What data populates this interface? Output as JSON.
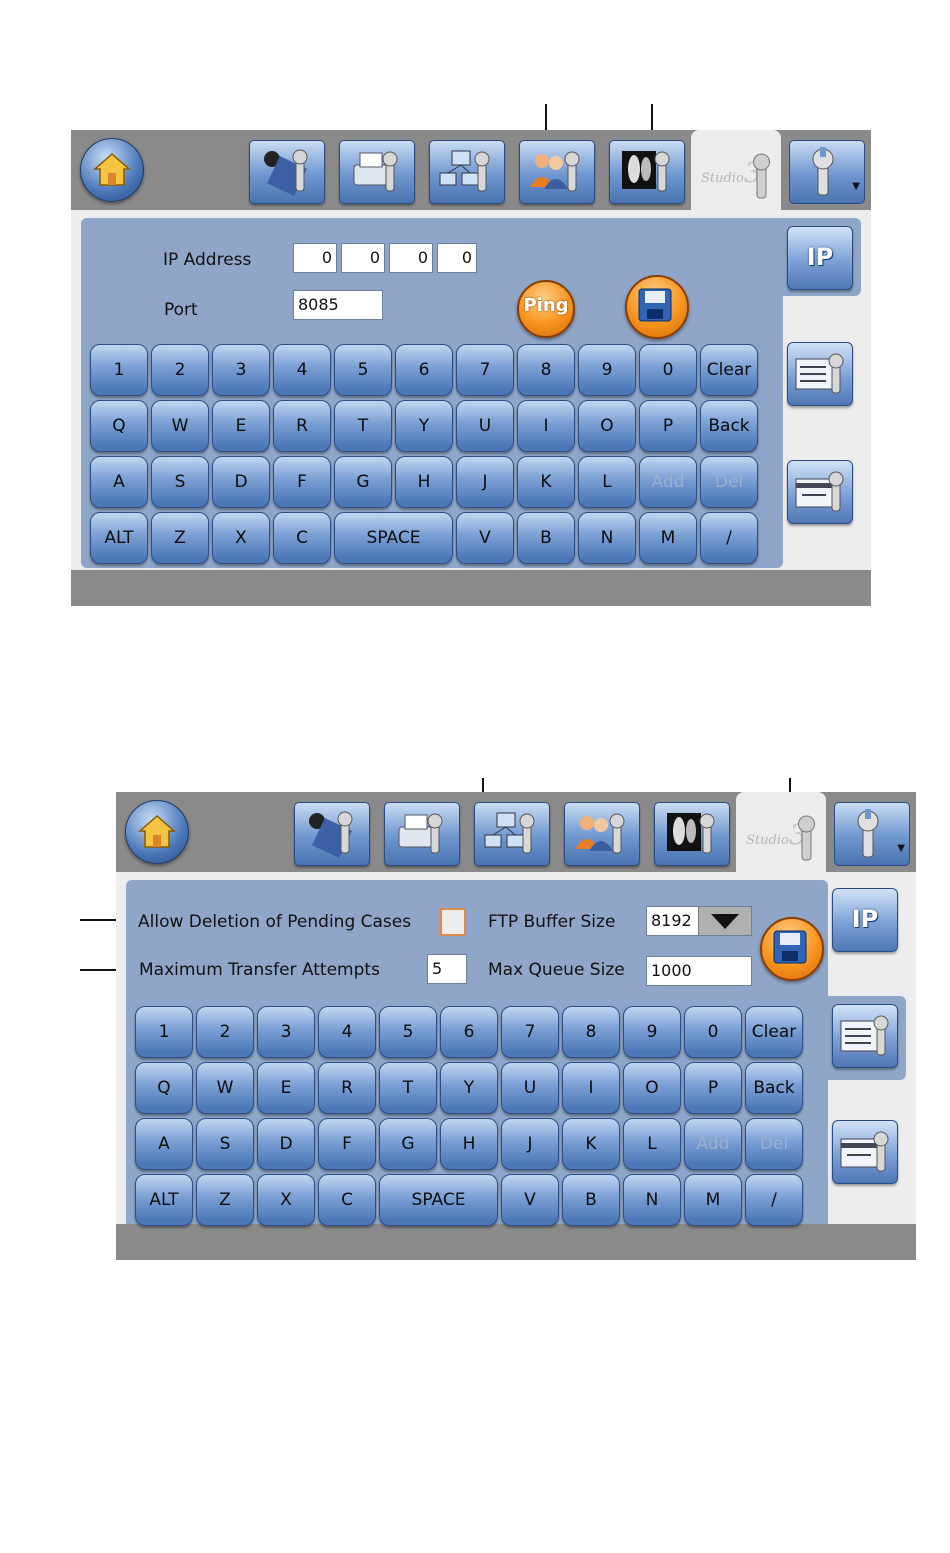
{
  "screen1": {
    "fields": {
      "ip_label": "IP Address",
      "ip_octets": [
        "0",
        "0",
        "0",
        "0"
      ],
      "port_label": "Port",
      "port_value": "8085"
    },
    "ping_label": "Ping"
  },
  "screen2": {
    "fields": {
      "allow_deletion_label": "Allow Deletion of Pending Cases",
      "allow_deletion_checked": false,
      "ftp_buffer_label": "FTP Buffer Size",
      "ftp_buffer_value": "8192",
      "max_attempts_label": "Maximum Transfer Attempts",
      "max_attempts_value": "5",
      "max_queue_label": "Max Queue Size",
      "max_queue_value": "1000"
    }
  },
  "branding": {
    "studio_text": "Studio",
    "studio_num": "3"
  },
  "side_buttons": {
    "ip_label": "IP"
  },
  "keyboard": {
    "rows": [
      [
        "1",
        "2",
        "3",
        "4",
        "5",
        "6",
        "7",
        "8",
        "9",
        "0",
        "Clear"
      ],
      [
        "Q",
        "W",
        "E",
        "R",
        "T",
        "Y",
        "U",
        "I",
        "O",
        "P",
        "Back"
      ],
      [
        "A",
        "S",
        "D",
        "F",
        "G",
        "H",
        "J",
        "K",
        "L",
        "Add",
        "Del"
      ],
      [
        "ALT",
        "Z",
        "X",
        "C",
        "SPACE",
        "V",
        "B",
        "N",
        "M",
        "/"
      ]
    ],
    "disabled_keys": [
      "Add",
      "Del"
    ]
  },
  "colors": {
    "panel": "#8fa6c8",
    "key_blue": "#7a9fd4",
    "orange": "#f7941d",
    "bar_gray": "#8a8a8a"
  },
  "icons": {
    "top_tabs": [
      "film-wrench-icon",
      "printer-wrench-icon",
      "network-wrench-icon",
      "users-wrench-icon",
      "xray-wrench-icon",
      "studio3-wrench-icon",
      "wrench-icon"
    ],
    "side": [
      "ip-icon",
      "list-wrench-icon",
      "card-wrench-icon"
    ]
  }
}
